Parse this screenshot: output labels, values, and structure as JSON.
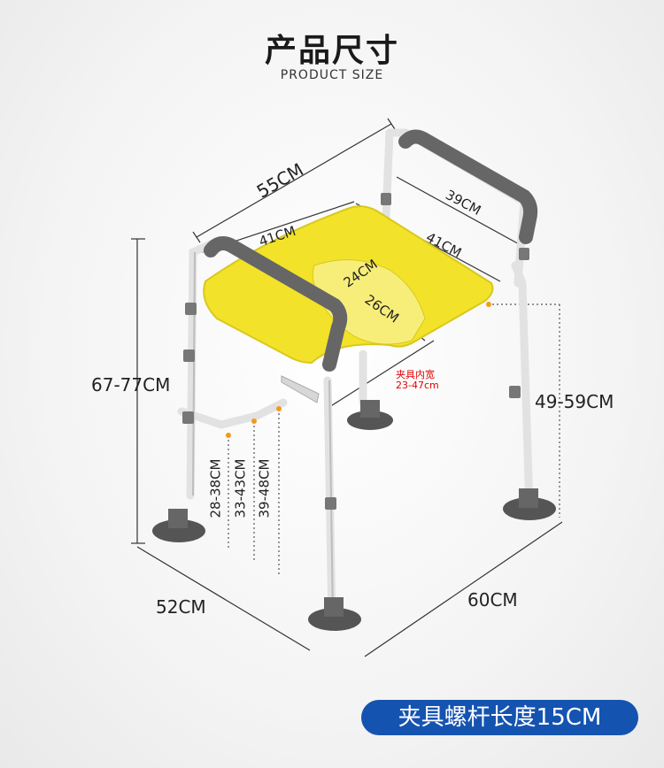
{
  "header": {
    "title": "产品尺寸",
    "subtitle": "PRODUCT SIZE"
  },
  "dimensions": {
    "overall_width": "55CM",
    "armrest_inner": "39CM",
    "seat_left": "41CM",
    "seat_right": "41CM",
    "hole_width": "24CM",
    "hole_depth": "26CM",
    "total_height": "67-77CM",
    "seat_height": "49-59CM",
    "depth": "52CM",
    "length": "60CM",
    "step1": "28-38CM",
    "step2": "33-43CM",
    "step3": "39-48CM"
  },
  "clamp_note": {
    "label": "夹具内宽",
    "value": "23-47cm"
  },
  "banner": "夹具螺杆长度15CM",
  "colors": {
    "seat": "#f2e22a",
    "banner": "#1553b0",
    "accent": "#f39a1e",
    "note": "#e00000"
  }
}
